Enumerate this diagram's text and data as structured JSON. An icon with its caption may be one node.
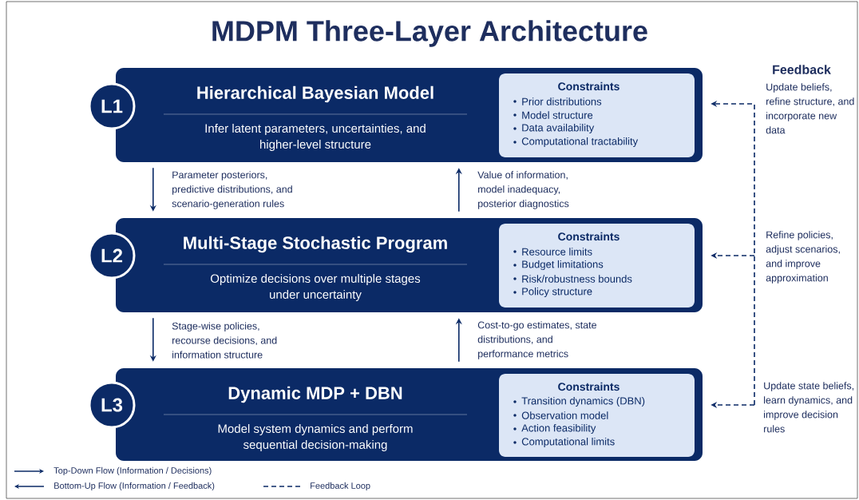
{
  "diagram": {
    "title": "MDPM Three-Layer Architecture",
    "nodes": [
      {
        "text": [
          "Hierarchical Bayesian Model",
          "Infer latent parameters, uncertainties, and higher-level structure"
        ]
      },
      {
        "text": [
          "L1"
        ]
      },
      {
        "text": [
          "Constraints",
          "Prior distributions",
          "Model structure",
          "Data availability",
          "Computational tractability"
        ],
        "in": 0
      },
      {
        "text": [
          "Multi-Stage Stochastic Program",
          "Optimize decisions over multiple stages under uncertainty"
        ]
      },
      {
        "text": [
          "L2"
        ]
      },
      {
        "text": [
          "Constraints",
          "Resource limits",
          "Budget limitations",
          "Risk/robustness bounds",
          "Policy structure"
        ],
        "in": 3
      },
      {
        "text": [
          "Dynamic MDP + DBN",
          "Model system dynamics and perform sequential decision-making"
        ]
      },
      {
        "text": [
          "L3"
        ]
      },
      {
        "text": [
          "Constraints",
          "Transition dynamics (DBN)",
          "Observation model",
          "Action feasibility",
          "Computational limits"
        ],
        "in": 6
      }
    ],
    "edges": [
      {
        "from": 0,
        "to": 3,
        "arrow": "to",
        "label": "Parameter posteriors, predictive distributions, and scenario-generation rules"
      },
      {
        "from": 3,
        "to": 0,
        "arrow": "to",
        "label": "Value of information, model inadequacy, posterior diagnostics"
      },
      {
        "from": 3,
        "to": 6,
        "arrow": "to",
        "label": "Stage-wise policies, recourse decisions, and information structure"
      },
      {
        "from": 6,
        "to": 3,
        "arrow": "to",
        "label": "Cost-to-go estimates, state distributions, and performance metrics"
      },
      {
        "from": null,
        "to": 0,
        "arrow": "to",
        "style": "dashed"
      },
      {
        "from": null,
        "to": 3,
        "arrow": "to",
        "style": "dashed"
      },
      {
        "from": null,
        "to": 6,
        "arrow": "to",
        "style": "dashed"
      }
    ],
    "labels": [
      "Feedback",
      "Update beliefs, refine structure, and incorporate new data",
      "Refine policies, adjust scenarios, and improve approximation",
      "Update state beliefs, learn dynamics, and improve decision rules"
    ],
    "legend": [
      {
        "text": "Top-Down Flow (Information / Decisions)"
      },
      {
        "text": "Bottom-Up Flow (Information / Feedback)"
      },
      {
        "text": "Feedback Loop"
      }
    ]
  }
}
